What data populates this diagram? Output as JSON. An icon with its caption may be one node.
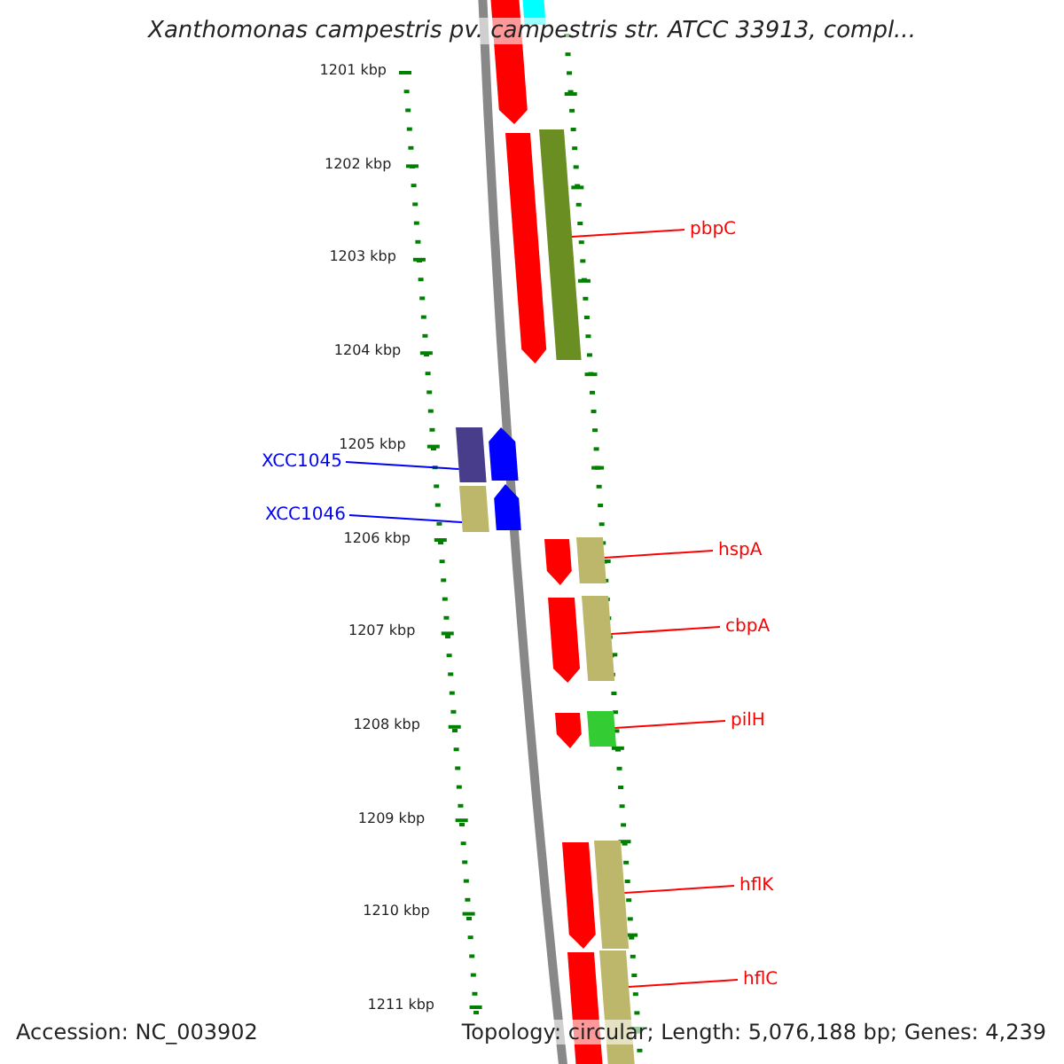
{
  "diagram": {
    "title": "Xanthomonas campestris pv. campestris str. ATCC 33913, compl...",
    "nodes": [
      {
        "text": [
          "pbpC"
        ]
      },
      {
        "text": [],
        "shape": "box"
      },
      {
        "text": [
          "XCC1045"
        ]
      },
      {
        "text": [],
        "shape": "box"
      },
      {
        "text": [
          "XCC1046"
        ]
      },
      {
        "text": [],
        "shape": "box"
      },
      {
        "text": [
          "hspA"
        ]
      },
      {
        "text": [],
        "shape": "box"
      },
      {
        "text": [
          "cbpA"
        ]
      },
      {
        "text": [],
        "shape": "box"
      },
      {
        "text": [
          "pilH"
        ]
      },
      {
        "text": [],
        "shape": "box"
      },
      {
        "text": [
          "hflK"
        ]
      },
      {
        "text": [],
        "shape": "box"
      },
      {
        "text": [
          "hflC"
        ]
      },
      {
        "text": [],
        "shape": "box"
      }
    ],
    "edges": [
      {
        "from": 0,
        "to": 1,
        "arrow": "none"
      },
      {
        "from": 2,
        "to": 3,
        "arrow": "none",
        "color": "#0000ff"
      },
      {
        "from": 4,
        "to": 5,
        "arrow": "none",
        "color": "#0000ff"
      },
      {
        "from": 6,
        "to": 7,
        "arrow": "none"
      },
      {
        "from": 8,
        "to": 9,
        "arrow": "none"
      },
      {
        "from": 10,
        "to": 11,
        "arrow": "none"
      },
      {
        "from": 12,
        "to": 13,
        "arrow": "none"
      },
      {
        "from": 14,
        "to": 15,
        "arrow": "none"
      }
    ],
    "labels": [
      "1201 kbp",
      "1202 kbp",
      "1203 kbp",
      "1204 kbp",
      "1205 kbp",
      "1206 kbp",
      "1207 kbp",
      "1208 kbp",
      "1209 kbp",
      "1210 kbp",
      "1211 kbp",
      "Accession: NC_003902",
      "Topology: circular; Length: 5,076,188 bp; Genes: 4,239"
    ]
  }
}
